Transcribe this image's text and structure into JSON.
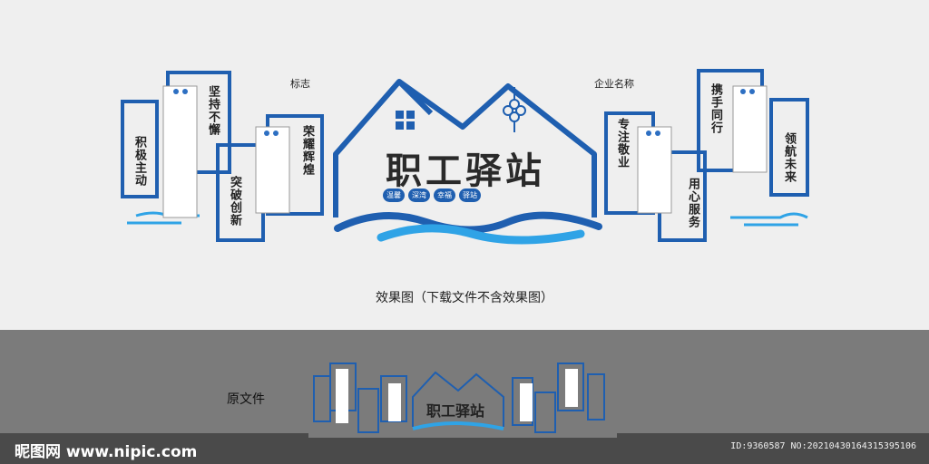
{
  "design": {
    "logo_label": "标志",
    "company_label": "企业名称",
    "main_title": "职工驿站",
    "bubbles": [
      "温馨",
      "深湾",
      "幸福",
      "驿站"
    ],
    "slogans": [
      "积极主动",
      "坚持不懈",
      "突破创新",
      "荣耀辉煌",
      "专注敬业",
      "用心服务",
      "携手同行",
      "领航未来"
    ],
    "caption": "效果图（下载文件不含效果图）"
  },
  "original_section": {
    "label": "原文件"
  },
  "watermark": {
    "site": "昵图网 www.nipic.com",
    "id_text": "ID:9360587 NO:20210430164315395106"
  },
  "colors": {
    "blue": "#1f5fb0",
    "light_blue": "#2fa3e6",
    "bg": "#efefef",
    "gray": "#7b7b7b"
  }
}
